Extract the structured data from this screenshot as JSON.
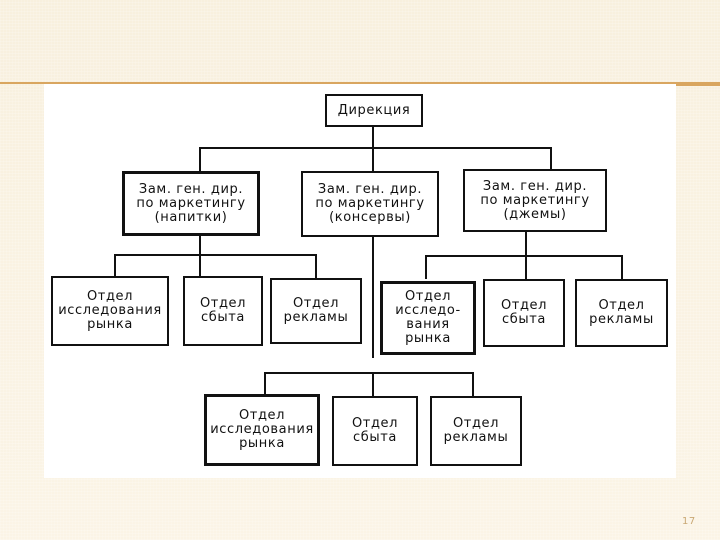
{
  "org_chart": {
    "root": "Дирекция",
    "deputies": [
      "Зам. ген. дир.\nпо маркетингу\n(напитки)",
      "Зам. ген. дир.\nпо маркетингу\n(консервы)",
      "Зам. ген. дир.\nпо маркетингу\n(джемы)"
    ],
    "departments_drinks": [
      "Отдел\nисследования\nрынка",
      "Отдел\nсбыта",
      "Отдел\nрекламы"
    ],
    "departments_jams": [
      "Отдел\nисследо-\nвания\nрынка",
      "Отдел\nсбыта",
      "Отдел\nрекламы"
    ],
    "departments_canned": [
      "Отдел\nисследования\nрынка",
      "Отдел\nсбыта",
      "Отдел\nрекламы"
    ]
  },
  "page_number": "17"
}
